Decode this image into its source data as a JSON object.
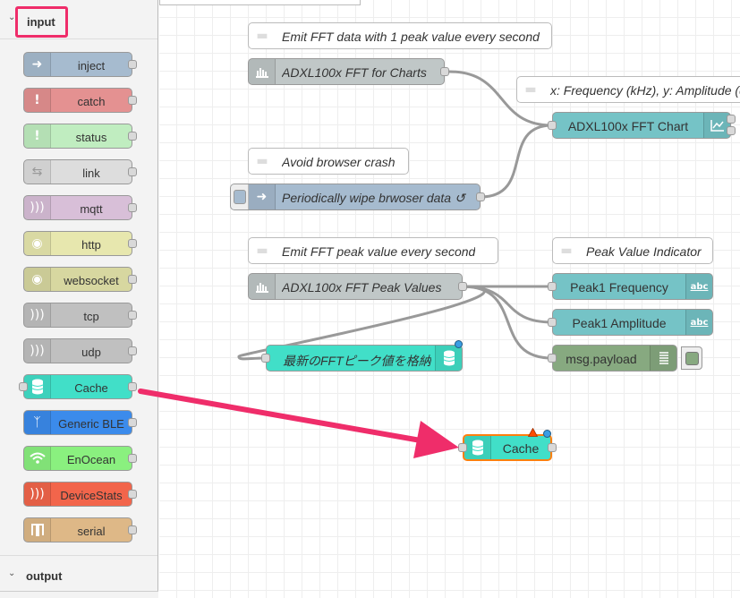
{
  "palette": {
    "categories": [
      {
        "label": "input",
        "expanded": true
      },
      {
        "label": "output",
        "expanded": false
      }
    ],
    "nodes": [
      {
        "label": "inject",
        "color": "#a6bbcf",
        "icon": "arrow-right-icon"
      },
      {
        "label": "catch",
        "color": "#e49191",
        "icon": "exclamation-icon"
      },
      {
        "label": "status",
        "color": "#c0edc0",
        "icon": "exclamation-icon"
      },
      {
        "label": "link",
        "color": "#dddddd",
        "icon": "link-icon"
      },
      {
        "label": "mqtt",
        "color": "#d8bfd8",
        "icon": "wireless-icon"
      },
      {
        "label": "http",
        "color": "#e7e7ae",
        "icon": "globe-icon"
      },
      {
        "label": "websocket",
        "color": "#d7d7a0",
        "icon": "globe-icon"
      },
      {
        "label": "tcp",
        "color": "#c0c0c0",
        "icon": "wireless-icon"
      },
      {
        "label": "udp",
        "color": "#c0c0c0",
        "icon": "wireless-icon"
      },
      {
        "label": "Cache",
        "color": "#41dfc8",
        "icon": "database-icon"
      },
      {
        "label": "Generic BLE",
        "color": "#3b8beb",
        "icon": "bluetooth-icon"
      },
      {
        "label": "EnOcean",
        "color": "#8af07f",
        "icon": "wifi-icon"
      },
      {
        "label": "DeviceStats",
        "color": "#f2654b",
        "icon": "wireless-icon"
      },
      {
        "label": "serial",
        "color": "#deb887",
        "icon": "serial-icon"
      }
    ]
  },
  "canvas": {
    "comments": [
      {
        "label": "Emit FFT data with 1 peak value every second"
      },
      {
        "label": "x: Frequency (kHz), y: Amplitude (d"
      },
      {
        "label": "Avoid browser crash"
      },
      {
        "label": "Emit FFT peak value every second"
      },
      {
        "label": "Peak Value Indicator"
      }
    ],
    "nodes": {
      "fft_charts": {
        "label": "ADXL100x FFT for Charts",
        "color": "#c0c7c7",
        "icon": "chart-bars-icon"
      },
      "fft_chart": {
        "label": "ADXL100x FFT Chart",
        "color": "#75c3c6",
        "icon": "line-chart-icon"
      },
      "wipe": {
        "label": "Periodically wipe brwoser data ↺",
        "color": "#a6bbcf",
        "icon": "arrow-right-icon"
      },
      "peak_values": {
        "label": "ADXL100x FFT Peak Values",
        "color": "#c0c7c7",
        "icon": "chart-bars-icon"
      },
      "peak_freq": {
        "label": "Peak1 Frequency",
        "color": "#75c3c6",
        "icon": "abc-icon",
        "icon_text": "abc"
      },
      "peak_amp": {
        "label": "Peak1 Amplitude",
        "color": "#75c3c6",
        "icon": "abc-icon",
        "icon_text": "abc"
      },
      "store": {
        "label": "最新のFFTピーク値を格納",
        "color": "#41dfc8",
        "icon": "database-icon"
      },
      "debug": {
        "label": "msg.payload",
        "color": "#87a980",
        "icon": "list-icon"
      },
      "cache_new": {
        "label": "Cache",
        "color": "#41dfc8",
        "icon": "database-icon"
      }
    }
  },
  "colors": {
    "highlight": "#ef2d6a",
    "selected_outline": "#ff7f0e",
    "badge_blue": "#3a9ee4",
    "badge_warning": "#ff4d00"
  }
}
